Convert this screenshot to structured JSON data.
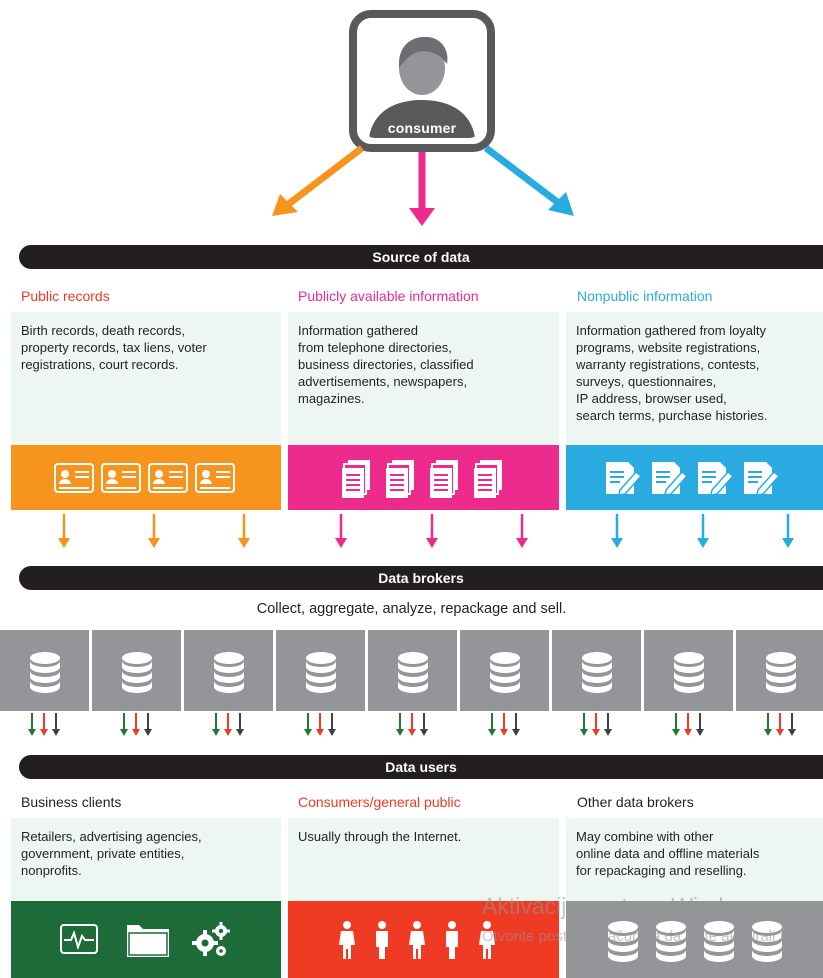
{
  "consumer": {
    "label": "consumer",
    "icon": "person-icon"
  },
  "colors": {
    "orange": "#f7941d",
    "pink": "#ec2b8c",
    "blue": "#29abe2",
    "dark": "#231f20",
    "gray": "#939598",
    "panel": "#eef6f2",
    "green_band": "#1e6b3a",
    "red_band": "#ef3b24",
    "arrow_green": "#1e7a3a",
    "arrow_red": "#ef3b24",
    "arrow_dark": "#414042"
  },
  "source_section": {
    "bar_label": "Source of data",
    "columns": [
      {
        "title": "Public records",
        "description": "Birth records, death records,\nproperty records, tax liens, voter\nregistrations, court records.",
        "icon": "id-card-icon",
        "icon_count": 4,
        "arrow_count": 3
      },
      {
        "title": "Publicly available information",
        "description": "Information gathered\nfrom telephone directories,\nbusiness directories, classified\nadvertisements, newspapers,\nmagazines.",
        "icon": "documents-icon",
        "icon_count": 4,
        "arrow_count": 3
      },
      {
        "title": "Nonpublic information",
        "description": "Information gathered from loyalty\nprograms, website registrations,\nwarranty registrations, contests,\nsurveys, questionnaires,\nIP address, browser used,\nsearch terms, purchase histories.",
        "icon": "form-edit-icon",
        "icon_count": 4,
        "arrow_count": 3
      }
    ]
  },
  "brokers_section": {
    "bar_label": "Data brokers",
    "subtitle": "Collect, aggregate, analyze, repackage and sell.",
    "icon": "database-icon",
    "broker_count": 9
  },
  "users_section": {
    "bar_label": "Data users",
    "columns": [
      {
        "title": "Business clients",
        "description": "Retailers, advertising agencies,\ngovernment, private entities,\nnonprofits.",
        "icons": [
          "pulse-monitor-icon",
          "folder-icon",
          "gears-icon"
        ]
      },
      {
        "title": "Consumers/general public",
        "description": "Usually through the Internet.",
        "icons": [
          "person-figure-icon",
          "person-figure-icon",
          "person-figure-icon",
          "person-figure-icon",
          "person-figure-icon"
        ]
      },
      {
        "title": "Other data brokers",
        "description": "May combine with other\nonline data and offline materials\nfor repackaging and reselling.",
        "icons": [
          "database-icon",
          "database-icon",
          "database-icon",
          "database-icon"
        ]
      }
    ]
  },
  "watermark": {
    "line1": "Aktivacija sustava Windows",
    "line2": "Otvorite postavke računala da biste aktivirali Windows."
  }
}
